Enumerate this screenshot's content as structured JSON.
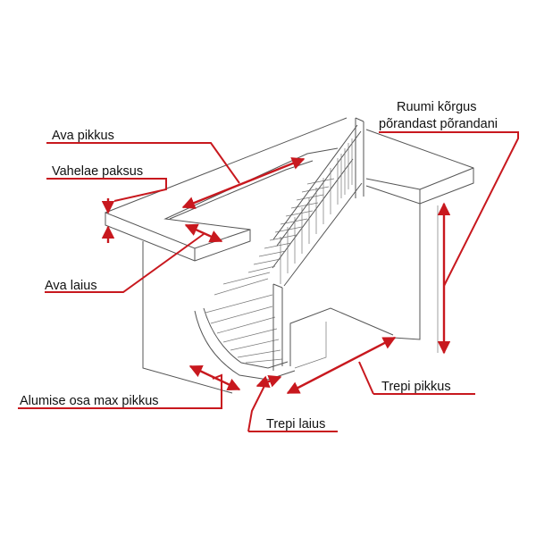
{
  "labels": {
    "opening_length": "Ava pikkus",
    "floor_thickness": "Vahelae paksus",
    "opening_width": "Ava laius",
    "lower_part_max_length": "Alumise osa max pikkus",
    "stair_width": "Trepi laius",
    "stair_length": "Trepi pikkus",
    "room_height_line1": "Ruumi kõrgus",
    "room_height_line2": "põrandast põrandani"
  },
  "colors": {
    "annotation": "#c8181e",
    "drawing_line": "#555555",
    "text": "#111111",
    "background": "#ffffff"
  }
}
